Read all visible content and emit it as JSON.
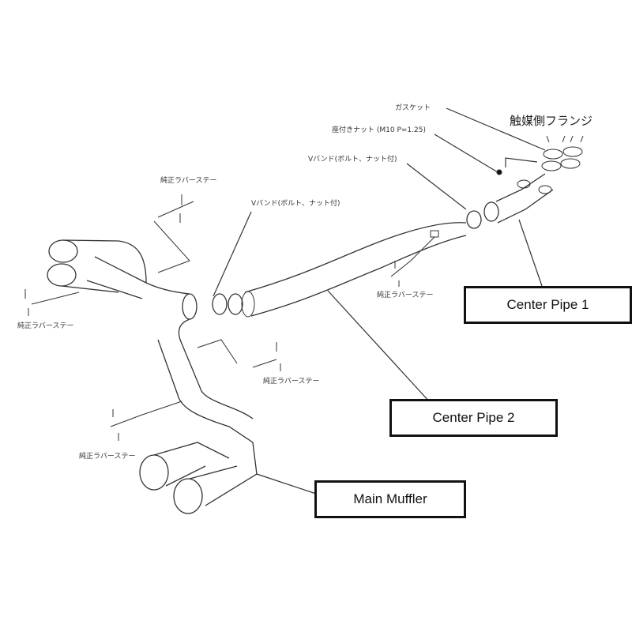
{
  "labels": {
    "gasket": "ガスケット",
    "nut": "座付きナット (M10 P=1.25)",
    "vband_top": "Vバンド(ボルト、ナット付)",
    "vband_mid": "Vバンド(ボルト、ナット付)",
    "cat_flange": "触媒側フランジ",
    "rubber_stay_1": "純正ラバーステー",
    "rubber_stay_2": "純正ラバーステー",
    "rubber_stay_3": "純正ラバーステー",
    "rubber_stay_4": "純正ラバーステー",
    "rubber_stay_5": "純正ラバーステー"
  },
  "parts": {
    "center_pipe_1": "Center Pipe 1",
    "center_pipe_2": "Center Pipe 2",
    "main_muffler": "Main Muffler"
  }
}
